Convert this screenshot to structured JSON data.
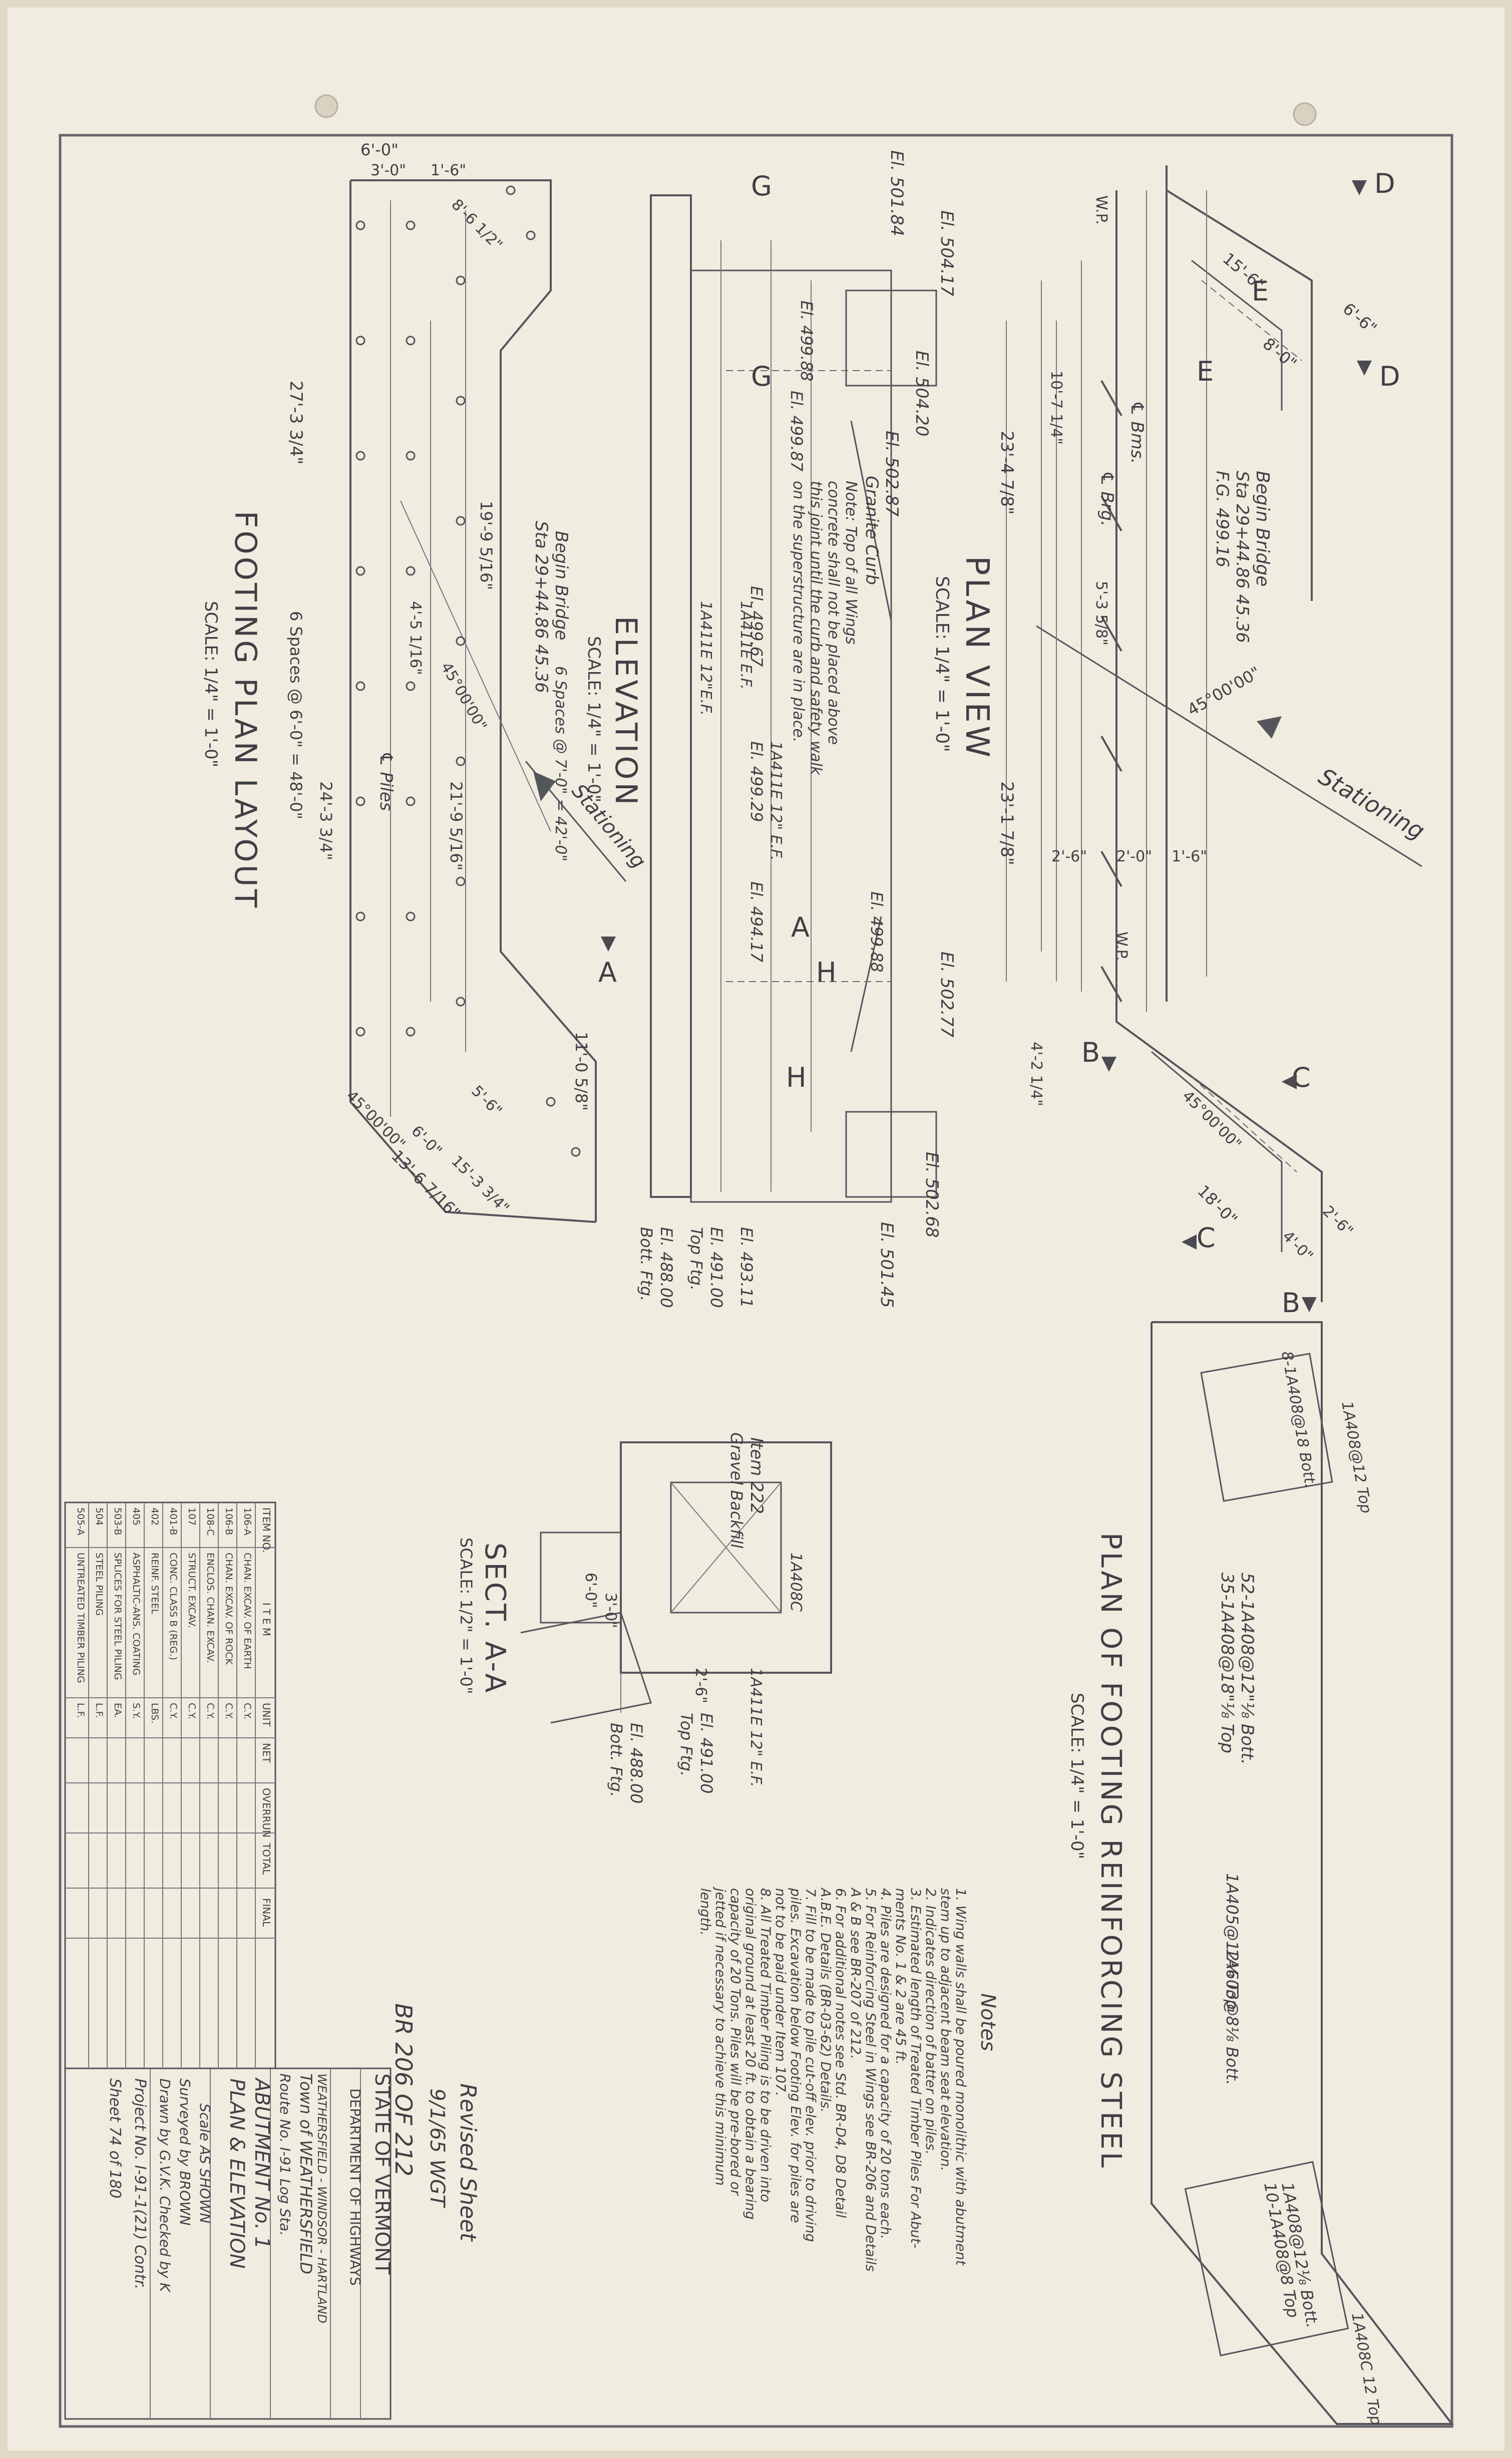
{
  "title_block": {
    "state": "STATE OF VERMONT",
    "department": "DEPARTMENT OF HIGHWAYS",
    "bridge_no": "BR 206 OF 212",
    "revised_note": "Revised Sheet",
    "revised_date": "9/1/65  WGT",
    "location": "WEATHERSFIELD - WINDSOR - HARTLAND",
    "town": "Town of WEATHERSFIELD",
    "route": "Route No. I-91    Log Sta.",
    "drawing_title_1": "ABUTMENT No. 1",
    "drawing_title_2": "PLAN & ELEVATION",
    "scale": "Scale AS SHOWN",
    "surveyed": "Surveyed by BROWN",
    "drawn": "Drawn by G.V.K.  Checked by K",
    "project": "Project No. I-91-1(21) Contr.",
    "sheet": "Sheet 74 of 180"
  },
  "quantities": {
    "headers": [
      "ITEM NO.",
      "I T E M",
      "UNIT",
      "NET",
      "OVERRUN",
      "TOTAL",
      "FINAL"
    ],
    "rows": [
      [
        "106-A",
        "CHAN. EXCAV. OF EARTH",
        "C.Y."
      ],
      [
        "106-B",
        "CHAN. EXCAV. OF ROCK",
        "C.Y."
      ],
      [
        "108-C",
        "ENCLOS. CHAN. EXCAV.",
        "C.Y."
      ],
      [
        "107",
        "STRUCT. EXCAV.",
        "C.Y."
      ],
      [
        "401-B",
        "CONC. CLASS B (REG.)",
        "C.Y."
      ],
      [
        "402",
        "REINF. STEEL",
        "LBS."
      ],
      [
        "405",
        "ASPHALTIC-ANS. COATING",
        "S.Y."
      ],
      [
        "503-B",
        "SPLICES FOR STEEL PILING",
        "EA."
      ],
      [
        "504",
        "STEEL PILING",
        "L.F."
      ],
      [
        "505-A",
        "UNTREATED TIMBER PILING",
        "L.F."
      ]
    ]
  },
  "views": {
    "plan_view": "PLAN VIEW",
    "plan_view_scale": "SCALE: 1/4\" = 1'-0\"",
    "elevation": "ELEVATION",
    "elevation_scale": "SCALE: 1/4\" = 1'-0\"",
    "footing_layout": "FOOTING PLAN LAYOUT",
    "footing_layout_scale": "SCALE: 1/4\" = 1'-0\"",
    "section_aa": "SECT. A-A",
    "section_aa_scale": "SCALE: 1/2\" = 1'-0\"",
    "footing_steel": "PLAN OF FOOTING REINFORCING STEEL",
    "footing_steel_scale": "SCALE: 1/4\" = 1'-0\""
  },
  "notes": {
    "heading": "Notes",
    "lines": [
      "1. Wing walls shall be poured monolithic with abutment",
      "   stem up to adjacent beam seat elevation.",
      "2. Indicates direction of batter on piles.",
      "3. Estimated length of Treated Timber Piles For Abut-",
      "   ments No. 1 & 2 are 45 ft.",
      "4. Piles are designed for a capacity of 20 tons each.",
      "5. For Reinforcing Steel in Wings see BR-206 and Details",
      "   A & B see BR-207 of 212.",
      "6. For additional notes see Std. BR-D4, D8 Detail",
      "   A.B.E. Details (BR-03-62) Details.",
      "7. Fill to be made to pile cut-off elev. prior to driving",
      "   piles. Excavation below Footing Elev. for piles are",
      "   not to be paid under Item 107.",
      "8. All Treated Timber Piling is to be driven into",
      "   original ground at least 20 ft. to obtain a bearing",
      "   capacity of 20 Tons. Piles will be pre-bored or",
      "   jetted if necessary to achieve this minimum",
      "   length."
    ]
  },
  "labels": {
    "stationing": "Stationing",
    "begin_bridge_plan": "Begin Bridge",
    "begin_sta_plan": "Sta 29+44.86  45.36",
    "fg_plan": "F.G. 499.16",
    "begin_bridge_elev": "Begin Bridge",
    "begin_sta_elev": "Sta 29+44.86  45.36",
    "bearing_cl": "℄ Brg.",
    "beams_cl": "℄ Bms.",
    "piles_cl": "℄ Piles",
    "wp": "W.P.",
    "section_a": "A",
    "section_b": "B",
    "section_c": "C",
    "section_d": "D",
    "section_e": "E",
    "section_g": "G",
    "section_h": "H",
    "granite_curb": "Granite Curb",
    "conc_note_1": "Note: Top of all Wings",
    "conc_note_2": "concrete shall not be placed above",
    "conc_note_3": "this joint until the curb and safety walk",
    "conc_note_4": "on the superstructure are in place.",
    "item_222": "Item 222",
    "gravel_backfill": "Gravel Backfill",
    "el_top_ftg": "El. 491.00",
    "top_ftg": "Top Ftg.",
    "el_bott_ftg": "El. 488.00",
    "bott_ftg": "Bott. Ftg.",
    "el_504_17": "El. 504.17",
    "el_501_84": "El. 501.84",
    "el_504_20": "El. 504.20",
    "el_502_87": "El. 502.87",
    "el_499_88": "El. 499.88",
    "el_499_87": "El. 499.87",
    "el_499_67": "El. 499.67",
    "el_499_29": "El. 499.29",
    "el_494_17": "El. 494.17",
    "el_499_88b": "El. 499.88",
    "el_502_77": "El. 502.77",
    "el_502_68": "El. 502.68",
    "el_501_45": "El. 501.45",
    "el_493_11": "El. 493.11",
    "el_491_00": "El. 491.00",
    "el_488_00": "El. 488.00",
    "bar_1a411e": "1A411E 12\"E.F.",
    "bar_1a411e_b": "1A411E E.F.",
    "bar_1a411e_c": "1A411E 12\" E.F.",
    "bar_1a408c": "1A408C",
    "bar_steel_1": "52-1A408@12\"⅛ Bott.",
    "bar_steel_2": "35-1A408@18\"⅛ Top",
    "bar_steel_3": "1A405@12⅛ Top",
    "bar_steel_4": "1A603@8⅛ Bott.",
    "bar_steel_5": "1A408@12⅛ Bott.",
    "bar_steel_6": "10-1A408@8 Top",
    "bar_steel_7": "8-1A408@18 Bott.",
    "bar_steel_8": "1A408@12 Top",
    "bar_steel_9": "1A408C 12 Top",
    "dim_6_0": "6'-0\"",
    "dim_3_0": "3'-0\"",
    "dim_1_6": "1'-6\"",
    "dim_27_3": "27'-3 3/4\"",
    "dim_6_spaces": "6 Spaces @ 6'-0\" = 48'-0\"",
    "dim_6_spaces_2": "6 Spaces @ 7'-0\" = 42'-0\"",
    "dim_19_9": "19'-9 5/16\"",
    "dim_24_3": "24'-3 3/4\"",
    "dim_21_9": "21'-9 5/16\"",
    "dim_11_0": "11'-0 5/8\"",
    "dim_13_6": "13'-6 7/16\"",
    "dim_45": "45°00'00\"",
    "dim_23_4": "23'-4 7/8\"",
    "dim_23_1": "23'-1 7/8\"",
    "dim_10_74a": "10'-7 1/4\"",
    "dim_5_3": "5'-3 5/8\"",
    "dim_18_0": "18'-0\"",
    "dim_4_2": "4'-2 1/4\"",
    "dim_2_6": "2'-6\"",
    "dim_15_6": "15'-6\"",
    "dim_8_0": "8'-0\"",
    "dim_6_6": "6'-6\"",
    "dim_5_6": "5'-6\"",
    "dim_4_0": "4'-0\"",
    "dim_8_6": "8'-6 1/2\"",
    "dim_15_3": "15'-3 3/4\"",
    "dim_2_0": "2'-0\"",
    "dim_4_5_16": "4'-5 1/16\"",
    "dim_3_0b": "3'-0\"",
    "dim_6_0b": "6'-0\"",
    "dim_2_6b": "2'-6\""
  }
}
